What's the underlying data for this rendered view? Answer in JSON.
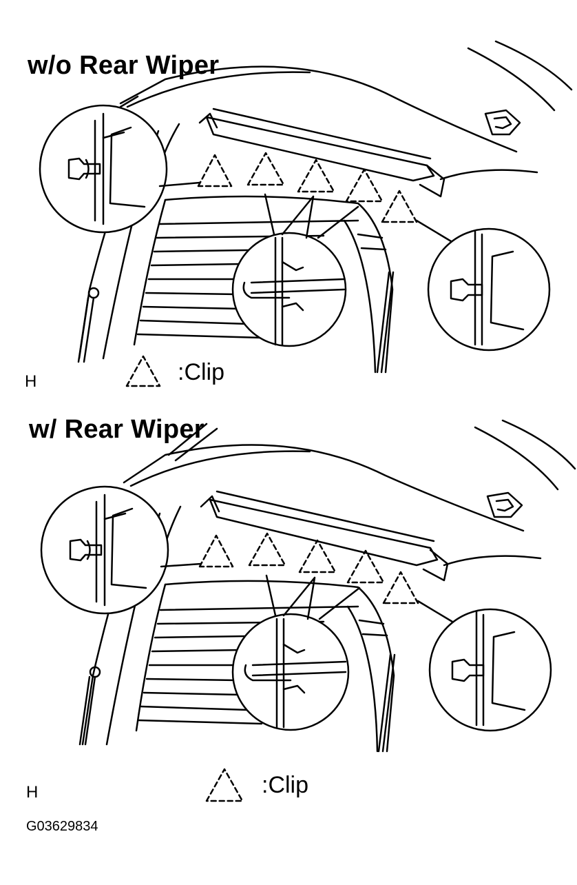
{
  "panels": [
    {
      "title": "w/o Rear Wiper",
      "corner_mark": "H",
      "legend_label": ":Clip"
    },
    {
      "title": "w/ Rear Wiper",
      "corner_mark": "H",
      "legend_label": ":Clip"
    }
  ],
  "figure_code": "G03629834",
  "colors": {
    "ink": "#000000",
    "paper": "#ffffff"
  },
  "icons": {
    "clip_symbol": "dashed-triangle-icon"
  }
}
